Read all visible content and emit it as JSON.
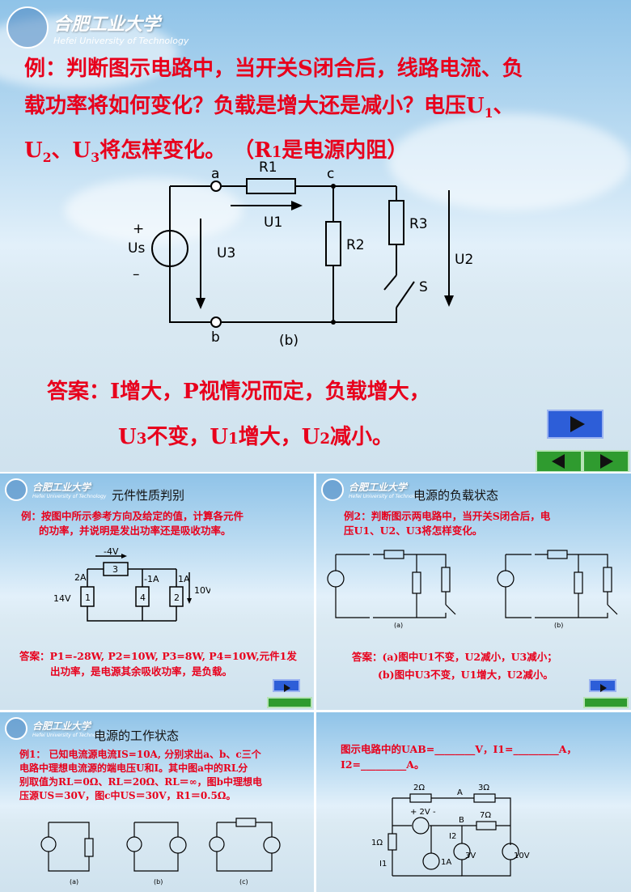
{
  "logo": {
    "cn": "合肥工业大学",
    "en": "Hefei University of Technology"
  },
  "main": {
    "question": [
      "例：判断图示电路中，当开关S闭合后，线路电流、负",
      "载功率将如何变化？负载是增大还是减小？电压U",
      "U",
      "、U",
      "将怎样变化。 （R",
      "是电源内阻）"
    ],
    "q_sub1": "1",
    "q_tail1": "、",
    "q_sub2": "2",
    "q_sub3": "3",
    "q_sub_r": "1",
    "circuit": {
      "a": "a",
      "b": "b",
      "c": "c",
      "r1": "R1",
      "r2": "R2",
      "r3": "R3",
      "u1": "U1",
      "u2": "U2",
      "u3": "U3",
      "us": "Us",
      "s": "S",
      "plus": "+",
      "minus": "–",
      "caption": "(b)"
    },
    "answer1": "答案：I增大，P视情况而定，负载增大，",
    "answer2_parts": [
      "U",
      "3",
      "不变，U",
      "1",
      "增大，U",
      "2",
      "减小。"
    ]
  },
  "thumb1": {
    "title": "元件性质判别",
    "question": [
      "例：按图中所示参考方向及给定的值，计算各元件",
      "的功率，并说明是发出功率还是吸收功率。"
    ],
    "circuit": {
      "v4": "-4V",
      "e3": "3",
      "i2a": "2A",
      "im1": "-1A",
      "i1a": "1A",
      "v14": "14V",
      "v10": "10V",
      "e1": "1",
      "e4": "4",
      "e2": "2"
    },
    "answer": [
      "答案：P1=-28W, P2=10W, P3=8W, P4=10W,元件1发",
      "出功率，是电源其余吸收功率，是负载。"
    ]
  },
  "thumb2": {
    "title": "电源的负载状态",
    "question": [
      "例2：判断图示两电路中，当开关S闭合后，电",
      "压U1、U2、U3将怎样变化。"
    ],
    "answer": [
      "答案：(a)图中U1不变，U2减小，U3减小；",
      "(b)图中U3不变，U1增大，U2减小。"
    ],
    "cap_a": "(a)",
    "cap_b": "(b)"
  },
  "thumb3": {
    "title": "电源的工作状态",
    "question": [
      "例1： 已知电流源电流IS=10A, 分别求出a、b、c三个",
      "电路中理想电流源的端电压U和I。其中图a中的RL分",
      "别取值为RL＝0Ω、RL＝20Ω、RL＝∞，图b中理想电",
      "压源US＝30V，图c中US＝30V，R1＝0.5Ω。"
    ],
    "cap_a": "(a)",
    "cap_b": "(b)",
    "cap_c": "(c)"
  },
  "thumb4": {
    "question": [
      "图示电路中的UAB=________V，I1=_________A，",
      "I2=_________A。"
    ],
    "circuit": {
      "r2": "2Ω",
      "r3": "3Ω",
      "r7": "7Ω",
      "r1": "1Ω",
      "v2": "+ 2V -",
      "a": "A",
      "b": "B",
      "i1": "I1",
      "i2": "I2",
      "a1": "1A",
      "v3": "3V",
      "v10": "10V"
    }
  },
  "colors": {
    "red": "#e8001c",
    "blue_btn": "#2d5ed8",
    "green_btn": "#2f9b2f"
  }
}
